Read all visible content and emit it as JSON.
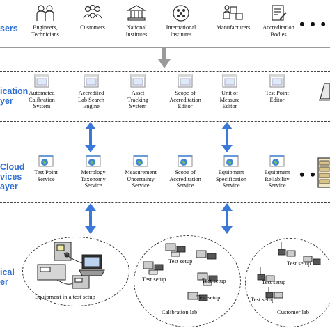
{
  "layers": {
    "users": "sers",
    "application": "ication\nyer",
    "cloud": "Cloud\nvices\nayer",
    "physical": "ical\ner"
  },
  "users": [
    {
      "label": "Engineers,\nTechnicians",
      "icon": "engineers-icon"
    },
    {
      "label": "Customers",
      "icon": "customers-icon"
    },
    {
      "label": "National\nInstitutes",
      "icon": "national-institute-icon"
    },
    {
      "label": "International\nInstitutes",
      "icon": "international-institute-icon"
    },
    {
      "label": "Manufacturers",
      "icon": "manufacturers-icon"
    },
    {
      "label": "Accreditation\nBodies",
      "icon": "accreditation-bodies-icon"
    }
  ],
  "applications": [
    {
      "label": "Automated\nCalibration\nSystem",
      "icon": "window-icon"
    },
    {
      "label": "Accredited\nLab Search\nEngine",
      "icon": "window-icon"
    },
    {
      "label": "Asset\nTracking\nSystem",
      "icon": "window-icon"
    },
    {
      "label": "Scope of\nAccreditation\nEditor",
      "icon": "window-icon"
    },
    {
      "label": "Unit of\nMeasure\nEditor",
      "icon": "window-icon"
    },
    {
      "label": "Test Point\nEditor",
      "icon": "window-icon"
    }
  ],
  "services": [
    {
      "label": "Test Point\nService",
      "icon": "globe-window-icon"
    },
    {
      "label": "Metrology\nTaxonomy\nService",
      "icon": "globe-window-icon"
    },
    {
      "label": "Measurement\nUncertainty\nService",
      "icon": "globe-window-icon"
    },
    {
      "label": "Scope of\nAccreditation\nService",
      "icon": "globe-window-icon"
    },
    {
      "label": "Equipment\nSpecification\nService",
      "icon": "globe-window-icon"
    },
    {
      "label": "Equipment\nReliability\nService",
      "icon": "globe-window-icon"
    }
  ],
  "ellipsis": "• • •",
  "physical": {
    "equipment_setup": "Equipment in a test setup",
    "test_setup": "Test setup",
    "calibration_lab": "Calibration lab",
    "customer_lab": "Customer lab"
  }
}
